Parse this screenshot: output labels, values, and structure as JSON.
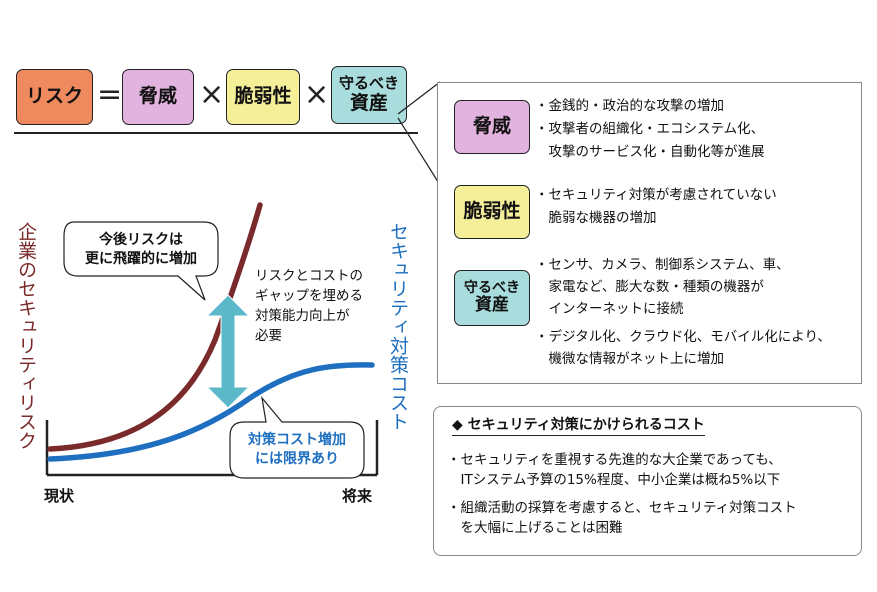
{
  "equation": {
    "risk": "リスク",
    "eq": "=",
    "threat": "脅威",
    "times1": "×",
    "vuln": "脆弱性",
    "times2": "×",
    "asset_line1": "守るべき",
    "asset_line2": "資産"
  },
  "factors": {
    "threat_label": "脅威",
    "threat_items": [
      "・金銭的・政治的な攻撃の増加",
      "・攻撃者の組織化・エコシステム化、",
      "　攻撃のサービス化・自動化等が進展"
    ],
    "vuln_label": "脆弱性",
    "vuln_items": [
      "・セキュリティ対策が考慮されていない",
      "　脆弱な機器の増加"
    ],
    "asset_label_line1": "守るべき",
    "asset_label_line2": "資産",
    "asset_items": [
      "・センサ、カメラ、制御系システム、車、",
      "　家電など、膨大な数・種類の機器が",
      "　インターネットに接続",
      "・デジタル化、クラウド化、モバイル化により、",
      "　機微な情報がネット上に増加"
    ]
  },
  "chart": {
    "left_axis_label": "企業のセキュリティリスク",
    "right_axis_label": "セキュリティ対策コスト",
    "x_start": "現状",
    "x_end": "将来",
    "bubble_risk_line1": "今後リスクは",
    "bubble_risk_line2": "更に飛躍的に増加",
    "gap_text": [
      "リスクとコストの",
      "ギャップを埋める",
      "対策能力向上が",
      "必要"
    ],
    "bubble_cost_line1": "対策コスト増加",
    "bubble_cost_line2": "には限界あり"
  },
  "cost_box": {
    "title": "◆ セキュリティ対策にかけられるコスト",
    "items": [
      "・セキュリティを重視する先進的な大企業であっても、",
      "　ITシステム予算の15%程度、中小企業は概ね5%以下",
      "・組織活動の採算を考慮すると、セキュリティ対策コスト",
      "　を大幅に上げることは困難"
    ]
  },
  "colors": {
    "risk": "#ee8a5e",
    "threat": "#e2b3de",
    "vuln": "#f5ef9a",
    "asset": "#a9dcdc",
    "risk_curve": "#7a2a2a",
    "cost_curve": "#1e6fc0",
    "arrow": "#5ab8c8"
  }
}
